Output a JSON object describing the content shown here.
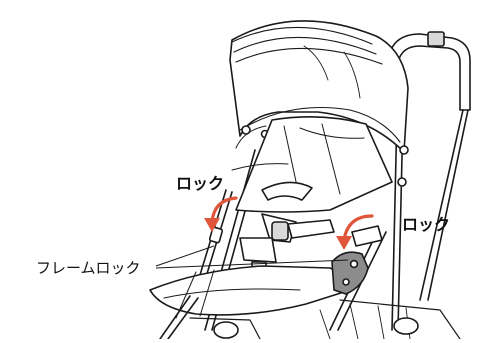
{
  "labels": {
    "lock_left": "ロック",
    "lock_right": "ロック",
    "frame_lock": "フレームロック"
  },
  "colors": {
    "arrow": "#e0563a",
    "line": "#1a1a1a",
    "fill": "#ffffff",
    "shade": "#d9d9d9"
  }
}
